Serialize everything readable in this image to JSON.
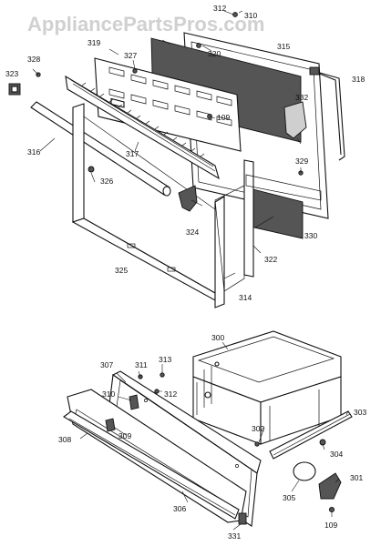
{
  "watermark": "AppliancePartsPros.com",
  "labels": {
    "l312a": "312",
    "l310a": "310",
    "l320": "320",
    "l315": "315",
    "l319": "319",
    "l327": "327",
    "l318": "318",
    "l323": "323",
    "l328": "328",
    "l109a": "109",
    "l332": "332",
    "l316": "316",
    "l317": "317",
    "l329": "329",
    "l326": "326",
    "l324": "324",
    "l330": "330",
    "l322": "322",
    "l325": "325",
    "l314": "314",
    "l300": "300",
    "l307": "307",
    "l311": "311",
    "l313": "313",
    "l312b": "312",
    "l310b": "310",
    "l309": "309",
    "l308": "308",
    "l303": "303",
    "l302": "302",
    "l304": "304",
    "l306": "306",
    "l305": "305",
    "l301": "301",
    "l109b": "109",
    "l331": "331"
  }
}
